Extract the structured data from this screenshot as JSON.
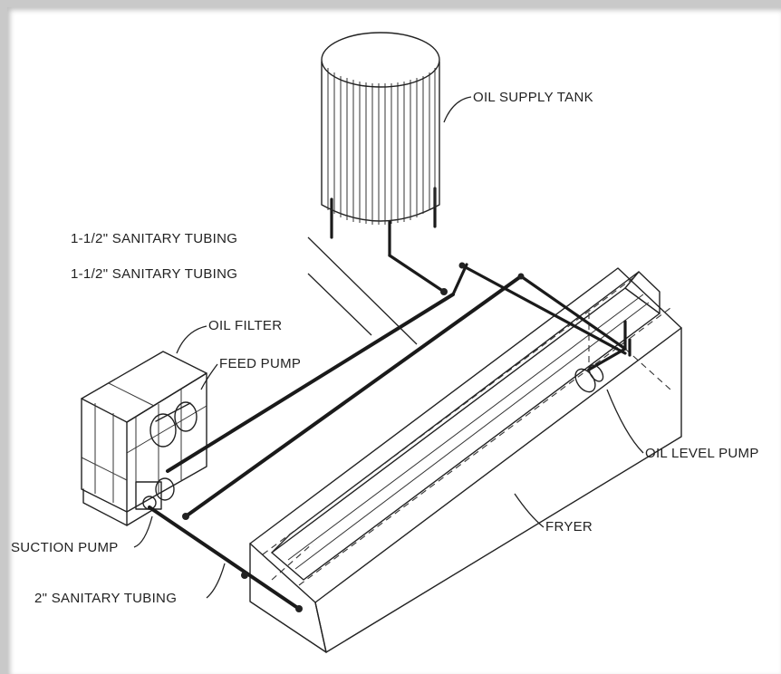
{
  "labels": {
    "oil_supply_tank": "OIL SUPPLY TANK",
    "sanitary_tubing_1": "1-1/2\" SANITARY TUBING",
    "sanitary_tubing_2": "1-1/2\" SANITARY TUBING",
    "oil_filter": "OIL FILTER",
    "feed_pump": "FEED PUMP",
    "oil_level_pump": "OIL LEVEL PUMP",
    "fryer": "FRYER",
    "suction_pump": "SUCTION PUMP",
    "sanitary_tubing_2in": "2\" SANITARY TUBING"
  }
}
